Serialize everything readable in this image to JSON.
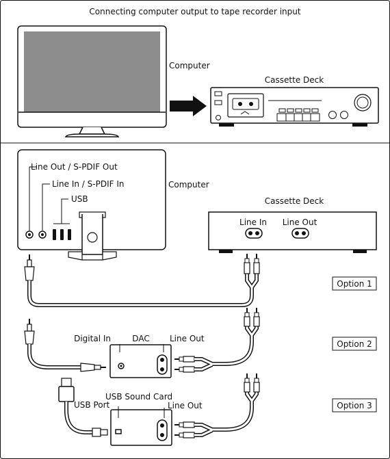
{
  "title": "Connecting computer output to tape recorder input",
  "top": {
    "computer_label": "Computer",
    "deck_label": "Cassette Deck"
  },
  "middle": {
    "computer_label": "Computer",
    "deck_label": "Cassette Deck",
    "port_labels": {
      "line_out": "Line Out / S-PDIF Out",
      "line_in": "Line In / S-PDIF In",
      "usb": "USB"
    },
    "deck_ports": {
      "line_in": "Line In",
      "line_out": "Line Out"
    }
  },
  "options": [
    {
      "label": "Option 1"
    },
    {
      "label": "Option 2",
      "device": "DAC",
      "input_label": "Digital In",
      "output_label": "Line Out"
    },
    {
      "label": "Option 3",
      "device": "USB Sound Card",
      "input_label": "USB Port",
      "output_label": "Line Out"
    }
  ],
  "colors": {
    "stroke": "#111111",
    "cable_fill": "#ffffff",
    "screen_gray": "#8c8c8c",
    "background": "#ffffff"
  },
  "icons": [
    "monitor-icon",
    "cassette-deck-icon",
    "arrow-right-icon",
    "minijack-plug-icon",
    "rca-plug-icon",
    "usb-plug-icon"
  ]
}
